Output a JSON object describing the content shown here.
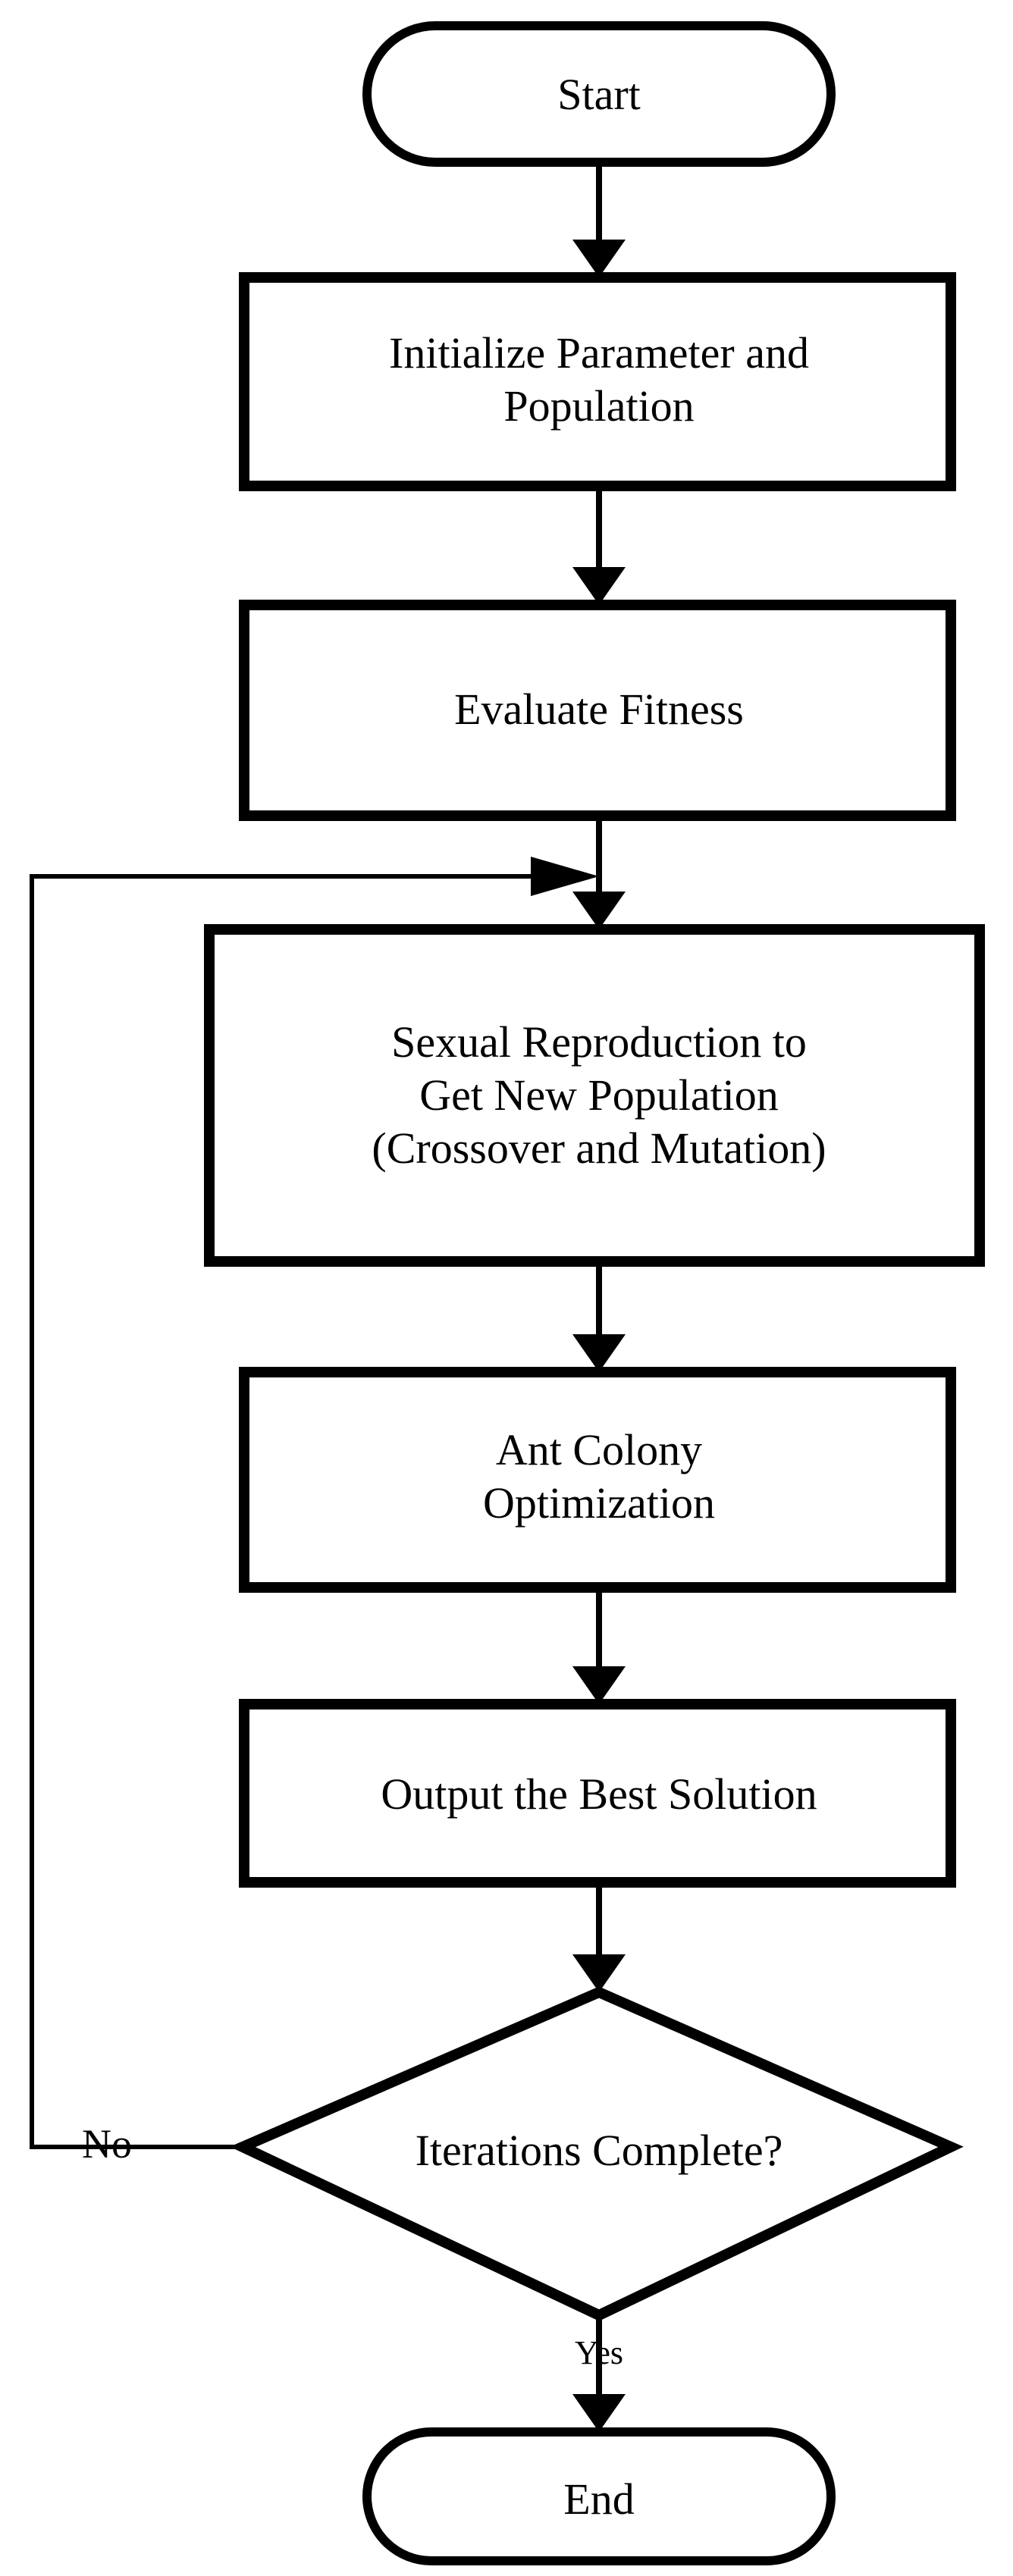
{
  "nodes": {
    "start": {
      "lines": [
        "Start"
      ]
    },
    "init": {
      "lines": [
        "Initialize Parameter and",
        "Population"
      ]
    },
    "evaluate": {
      "lines": [
        "Evaluate Fitness"
      ]
    },
    "reproduce": {
      "lines": [
        "Sexual Reproduction to",
        "Get New Population",
        "(Crossover and Mutation)"
      ]
    },
    "aco": {
      "lines": [
        "Ant Colony",
        "Optimization"
      ]
    },
    "output": {
      "lines": [
        "Output the Best Solution"
      ]
    },
    "decision": {
      "lines": [
        "Iterations Complete?"
      ]
    },
    "end": {
      "lines": [
        "End"
      ]
    }
  },
  "edge_labels": {
    "no": "No",
    "yes": "Yes"
  },
  "colors": {
    "stroke": "#000000",
    "fill": "#ffffff",
    "text": "#000000"
  }
}
